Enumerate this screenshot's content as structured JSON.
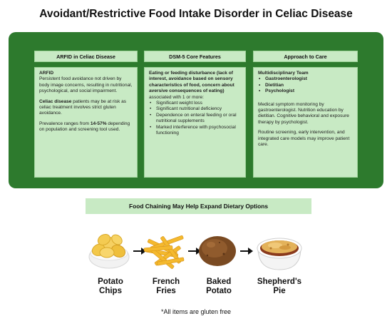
{
  "title": "Avoidant/Restrictive Food Intake Disorder in Celiac Disease",
  "columns": [
    {
      "header": "ARFID in Celiac Disease",
      "paragraphs": [
        {
          "bold": "ARFID",
          "text": ""
        },
        {
          "bold": "",
          "text": "Persistent food avoidance not driven by body image concerns, resulting in nutritional, psychological, and social impairment."
        },
        {
          "bold": "Celiac disease",
          "text": " patients may be at risk as celiac treatment involves strict gluten avoidance."
        },
        {
          "bold": "",
          "text": "Prevalence ranges from ",
          "bold2": "14-57%",
          "text2": " depending on population and screening tool used."
        }
      ]
    },
    {
      "header": "DSM-5 Core Features",
      "lead_bold": "Eating or feeding disturbance (lack of interest, avoidance based on sensory characteristics of food, concern about aversive consequences of eating)",
      "lead_text": "associated with 1 or more:",
      "bullets": [
        "Significant weight loss",
        "Significant nutritional deficiency",
        "Dependence on enteral feeding or oral nutritional supplements",
        "Marked interference with psychosocial functioning"
      ]
    },
    {
      "header": "Approach to Care",
      "team_title": "Multidisciplinary Team",
      "team": [
        "Gastroenterologist",
        "Dietitian",
        "Psychologist"
      ],
      "paragraphs": [
        "Medical symptom monitoring by gastroenterologist. Nutrition education by dietitian. Cognitive behavioral and exposure therapy by psychologist.",
        "Routine screening, early intervention, and integrated care models may improve patient care."
      ]
    }
  ],
  "food_chain": {
    "banner": "Food Chaining May Help Expand Dietary Options",
    "items": [
      {
        "line1": "Potato",
        "line2": "Chips",
        "icon": "potato-chips-bowl-icon"
      },
      {
        "line1": "French",
        "line2": "Fries",
        "icon": "french-fries-icon"
      },
      {
        "line1": "Baked",
        "line2": "Potato",
        "icon": "baked-potato-icon"
      },
      {
        "line1": "Shepherd's",
        "line2": "Pie",
        "icon": "shepherds-pie-dish-icon"
      }
    ],
    "footnote": "*All items are gluten free"
  },
  "colors": {
    "panel": "#2d7a2d",
    "box": "#c8eac4"
  }
}
